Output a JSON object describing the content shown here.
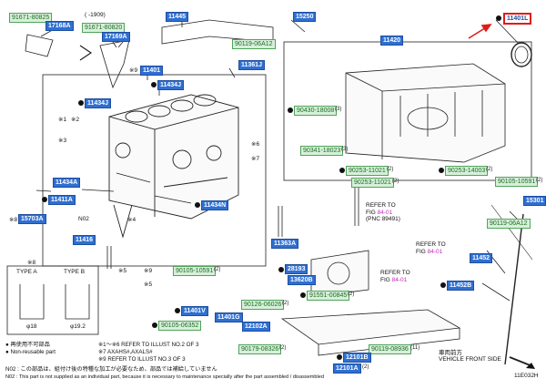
{
  "colors": {
    "callout_fill": "#2f6fd1",
    "subpart_fill": "#d7f0da",
    "highlight": "#e01b1b",
    "fig_ref": "#c02ab8"
  },
  "callouts": {
    "c91671_80825": "91671-80825",
    "c17168A": "17168A",
    "c91671_80820": "91671-80820",
    "c17169A": "17169A",
    "date_range": "(    -1909)",
    "c11445": "11445",
    "c15250": "15250",
    "c90119_06A12a": "90119-06A12",
    "c11401L_top": "11401L",
    "c11420": "11420",
    "c11401": "11401",
    "c11434J_top": "11434J",
    "c11361J": "11361J",
    "c11434J_left": "11434J",
    "c90430_18008": "90430-18008",
    "c90341_18023": "90341-18023",
    "c11434A": "11434A",
    "c90253_11021a": "90253-11021",
    "c90253_11021b": "90253-11021",
    "c90253_14003": "90253-14003",
    "c90105_10591a": "90105-10591",
    "c11411A": "11411A",
    "c15703A": "15703A",
    "c11434N": "11434N",
    "c15301": "15301",
    "c90119_06A12b": "90119-06A12",
    "c11416": "11416",
    "c11363A": "11363A",
    "c11452": "11452",
    "c11452B": "11452B",
    "c28193": "28193",
    "c13620B": "13620B",
    "c90105_10591b": "90105-10591",
    "c90126_06026": "90126-06026",
    "c91551_00845": "91551-00845",
    "c11401V": "11401V",
    "c11401G": "11401G",
    "c90105_06352": "90105-06352",
    "c12102A": "12102A",
    "c90179_08326": "90179-08326",
    "c90119_08936": "90119-08936",
    "c12101B": "12101B",
    "c12101A": "12101A"
  },
  "quantities": {
    "q1": "(3)",
    "q2": "(3)",
    "q3": "(2)",
    "q4": "(2)",
    "q5": "(2)",
    "q6": "(2)",
    "q7": "(2)",
    "q8": "(2)",
    "q9": "(2)",
    "q10": "(11)",
    "q11": "(2)",
    "q12": "(2)"
  },
  "marks": {
    "m9a": "※9",
    "m1": "※1",
    "m2": "※2",
    "m3": "※3",
    "m6": "※6",
    "m7": "※7",
    "m8": "※8",
    "m4": "※4",
    "m5a": "※5",
    "m5b": "※5",
    "m9b": "※9",
    "m8b": "※8"
  },
  "labels": {
    "n02": "N02",
    "refer_a_1": "REFER TO",
    "refer_a_2": "FIG",
    "refer_a_fig": "84-01",
    "refer_a_3": "(PNC 89491)",
    "refer_b_1": "REFER TO",
    "refer_b_2": "FIG",
    "refer_b_fig": "84-01",
    "refer_c_1": "REFER TO",
    "refer_c_2": "FIG",
    "refer_c_fig": "84-01",
    "type_a": "TYPE A",
    "type_b": "TYPE B",
    "dia_a": "φ18",
    "dia_b": "φ19.2",
    "vehicle_front_jp": "車両前方",
    "vehicle_front": "VEHICLE FRONT SIDE",
    "diagram_id": "11E032H"
  },
  "legend": {
    "l1": "● 再使用不可部品",
    "l2": "● Non-reusable part",
    "l3": "N02 : この部品は、組付け後の特種な加工が必要なため、部品では補給していません",
    "l4": "N02 : This part is not supplied as an individual part, because it is necessary to maintenance specially after the part assembled / disassembled",
    "r1": "※1～※6  REFER TO ILLUST NO.2 OF 3",
    "r2": "※7 AXAHS#,AXALS#",
    "r3": "※9 REFER TO ILLUST NO.3 OF 3"
  }
}
